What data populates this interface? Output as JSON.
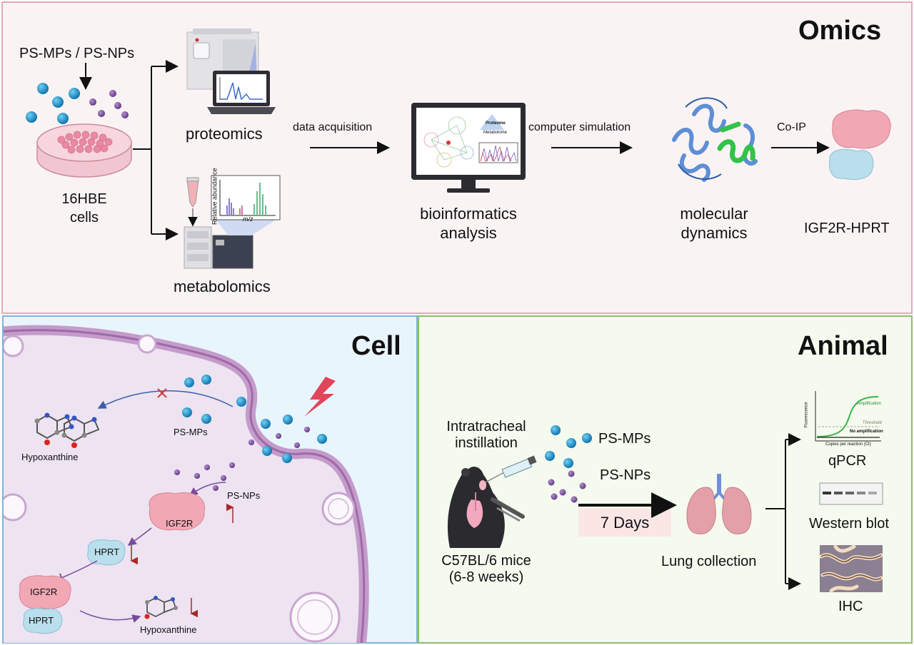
{
  "omics": {
    "title": "Omics",
    "input_label": "PS-MPs / PS-NPs",
    "cell_line_line1": "16HBE",
    "cell_line_line2": "cells",
    "proteomics": "proteomics",
    "metabolomics": "metabolomics",
    "spectrum_ylabel": "Relative abundance",
    "spectrum_xlabel": "m/z",
    "step1": "data acquisition",
    "bioinfo_line1": "bioinformatics",
    "bioinfo_line2": "analysis",
    "screen_proteome": "Proteome",
    "screen_metabolome": "Metabolome",
    "step2": "computer simulation",
    "md_line1": "molecular",
    "md_line2": "dynamics",
    "step3": "Co-IP",
    "complex": "IGF2R-HPRT"
  },
  "cell": {
    "title": "Cell",
    "hypoxanthine_top": "Hypoxanthine",
    "ps_mps": "PS-MPs",
    "ps_nps": "PS-NPs",
    "igf2r": "IGF2R",
    "hprt": "HPRT",
    "complex_igf2r": "IGF2R",
    "complex_hprt": "HPRT",
    "hypoxanthine_bottom": "Hypoxanthine"
  },
  "animal": {
    "title": "Animal",
    "route_line1": "Intratracheal",
    "route_line2": "instillation",
    "ps_mps": "PS-MPs",
    "ps_nps": "PS-NPs",
    "duration": "7 Days",
    "mice_line1": "C57BL/6 mice",
    "mice_line2": "(6-8 weeks)",
    "lung": "Lung collection",
    "qpcr": "qPCR",
    "western": "Western blot",
    "ihc": "IHC",
    "qpcr_ylabel": "Fluorescence",
    "qpcr_xlabel": "Copies per reaction (Ct)",
    "qpcr_amp": "Amplification",
    "qpcr_threshold": "Threshold",
    "qpcr_noamp": "No amplification"
  },
  "colors": {
    "omics_bg": "#faf3f4",
    "omics_border": "#e8a9b6",
    "cell_bg": "#e9f5fc",
    "cell_border": "#7cb4dc",
    "animal_bg": "#f4faee",
    "animal_border": "#8cc06a",
    "mp_blue": "#1a8fc9",
    "np_purple": "#7a4a9a",
    "igf2r_pink": "#ee9aaa",
    "hprt_blue": "#9fd0e3",
    "membrane": "#b07ab8"
  }
}
